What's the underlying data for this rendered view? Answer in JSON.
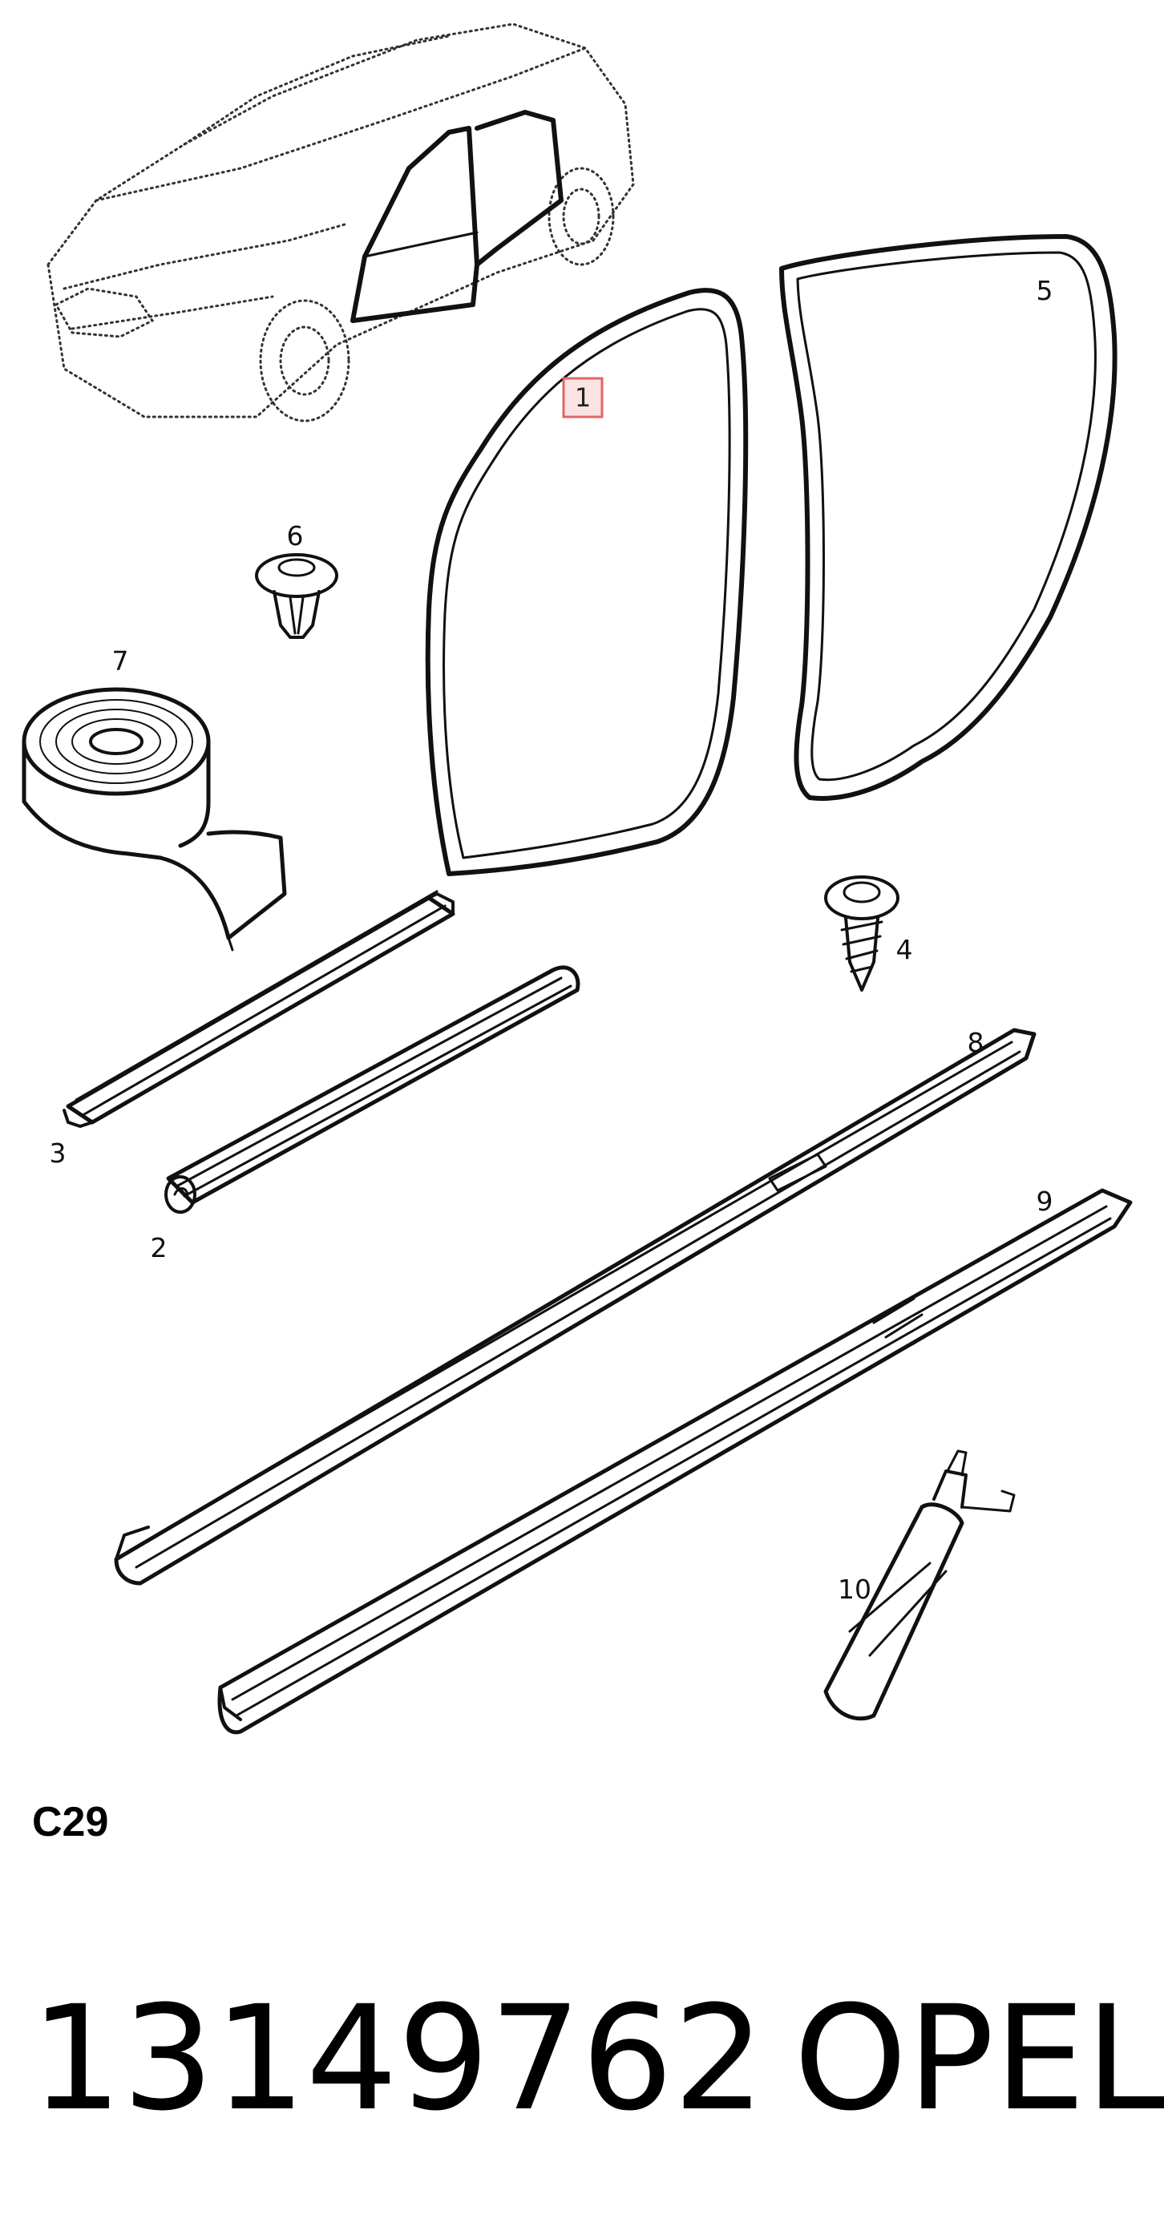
{
  "diagram_code": "C29",
  "part_number": "13149762",
  "brand": "OPEL",
  "highlighted_callout": "1",
  "callouts": [
    {
      "id": "1",
      "part": "front-door-seal"
    },
    {
      "id": "2",
      "part": "seal-strip"
    },
    {
      "id": "3",
      "part": "window-channel-seal"
    },
    {
      "id": "4",
      "part": "screw"
    },
    {
      "id": "5",
      "part": "rear-door-seal"
    },
    {
      "id": "6",
      "part": "clip"
    },
    {
      "id": "7",
      "part": "tape-roll"
    },
    {
      "id": "8",
      "part": "front-sill-moulding"
    },
    {
      "id": "9",
      "part": "rear-sill-moulding"
    },
    {
      "id": "10",
      "part": "adhesive-tube"
    }
  ],
  "colors": {
    "highlight_fill": "#fbe3e3",
    "highlight_stroke": "#e06666",
    "ink": "#111111"
  }
}
